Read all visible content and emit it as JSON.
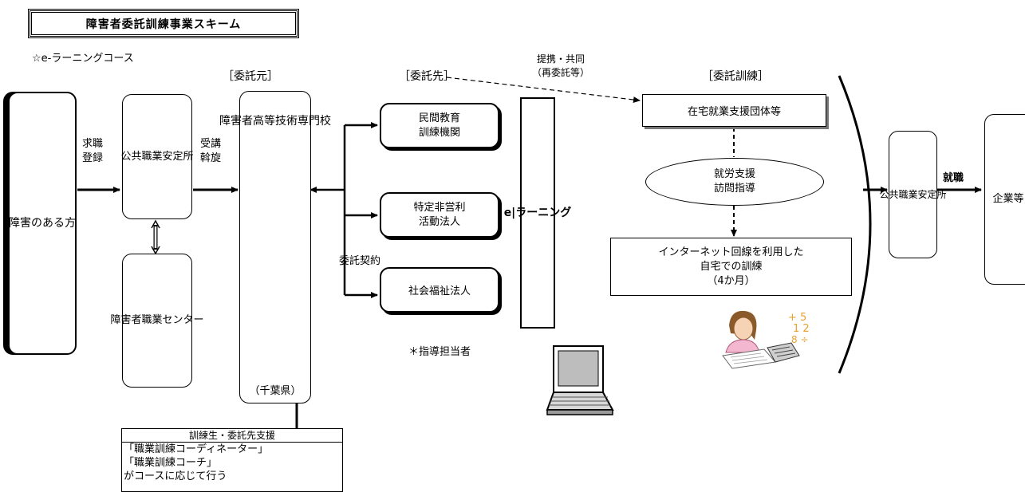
{
  "title": "障害者委託訓練事業スキーム",
  "subtitle": "☆e-ラーニングコース",
  "headers": {
    "itakumoto": "［委託元］",
    "itakusaki": "［委託先］",
    "itakukunren": "［委託訓練］"
  },
  "partnership_label": "提携・共同\n（再委託等）",
  "boxes": {
    "person": "障害のある方",
    "hello_work_1": "公共職業安定所",
    "center": "障害者職業センター",
    "school": "障害者高等技術専門校",
    "school_sub": "（千葉県）",
    "minkan": "民間教育\n訓練機関",
    "npo": "特定非営利\n活動法人",
    "welfare": "社会福祉法人",
    "elearning": "e|ラーニング",
    "home_support": "在宅就業支援団体等",
    "visit": "就労支援\n訪問指導",
    "home_training": "インターネット回線を利用した\n自宅での訓練\n（4か月）",
    "hello_work_2": "公共職業安定所",
    "company": "企業等"
  },
  "arrow_labels": {
    "kyushoku": "求職\n登録",
    "jukou": "受講\n斡旋",
    "itaku_keiyaku": "委託契約",
    "shushoku": "就職"
  },
  "instructor_note": "＊指導担当者",
  "support_box": {
    "header": "訓練生・委託先支援",
    "lines": [
      "「職業訓練コーディネーター」",
      "「職業訓練コーチ」",
      "がコースに応じて行う"
    ]
  }
}
